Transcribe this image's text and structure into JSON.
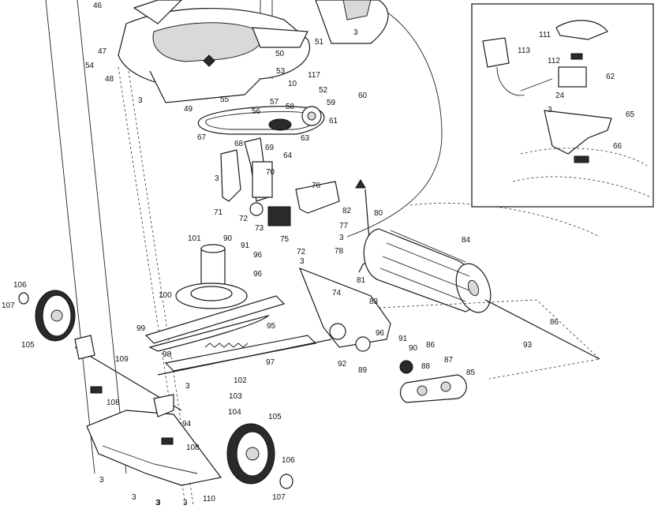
{
  "callouts": [
    "46",
    "47",
    "54",
    "48",
    "3",
    "49",
    "50",
    "51",
    "3",
    "53",
    "10",
    "117",
    "52",
    "55",
    "57",
    "56",
    "58",
    "59",
    "60",
    "61",
    "67",
    "68",
    "69",
    "63",
    "64",
    "70",
    "3",
    "76",
    "82",
    "77",
    "3",
    "71",
    "72",
    "73",
    "75",
    "80",
    "78",
    "3",
    "72",
    "101",
    "90",
    "91",
    "96",
    "96",
    "81",
    "74",
    "84",
    "83",
    "100",
    "99",
    "95",
    "96",
    "91",
    "90",
    "86",
    "93",
    "92",
    "89",
    "88",
    "87",
    "85",
    "86",
    "98",
    "97",
    "102",
    "103",
    "104",
    "3",
    "109",
    "108",
    "94",
    "108",
    "105",
    "106",
    "107",
    "110",
    "3",
    "3",
    "3",
    "106",
    "107",
    "105",
    "3",
    "3",
    "111",
    "113",
    "112",
    "62",
    "24",
    "3",
    "65",
    "66"
  ]
}
